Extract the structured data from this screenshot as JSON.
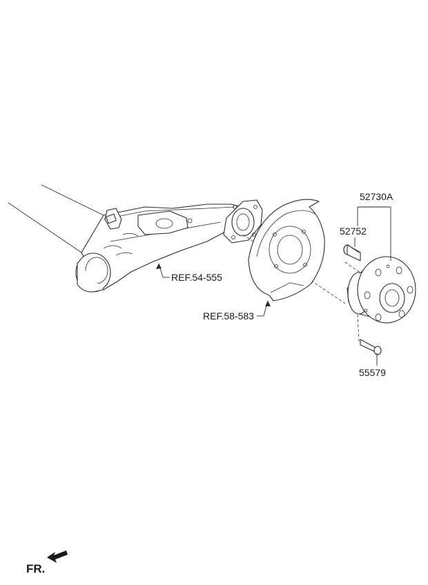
{
  "labels": {
    "hub_assembly": "52730A",
    "hub_bolt": "52752",
    "screw": "55579",
    "ref_axle": "REF.54-555",
    "ref_dust_cover": "REF.58-583",
    "front_indicator": "FR."
  },
  "icons": {
    "front_arrow": "front-arrow-icon"
  }
}
